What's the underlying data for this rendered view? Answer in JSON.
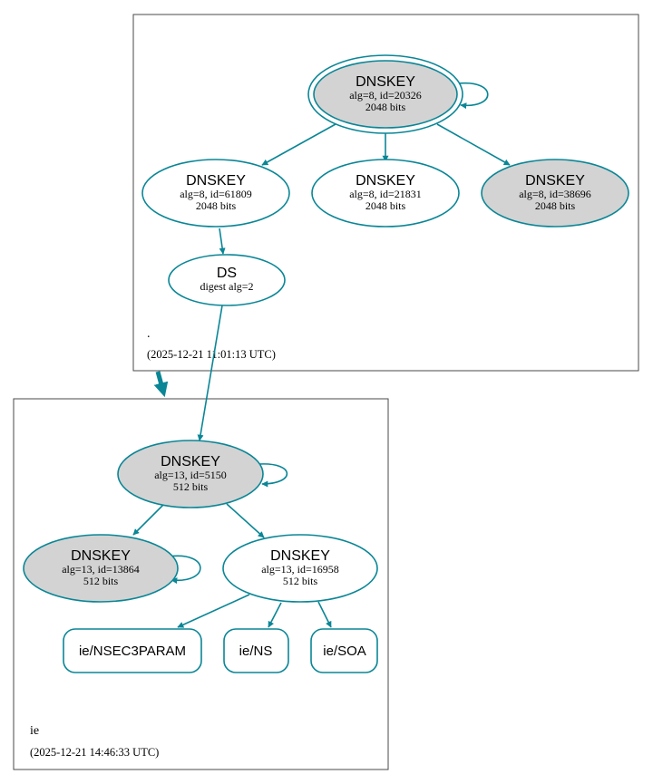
{
  "zones": {
    "root": {
      "name": ".",
      "timestamp": "(2025-12-21 11:01:13 UTC)"
    },
    "ie": {
      "name": "ie",
      "timestamp": "(2025-12-21 14:46:33 UTC)"
    }
  },
  "nodes": {
    "root_ksk": {
      "title": "DNSKEY",
      "line1": "alg=8, id=20326",
      "line2": "2048 bits"
    },
    "root_zsk1": {
      "title": "DNSKEY",
      "line1": "alg=8, id=61809",
      "line2": "2048 bits"
    },
    "root_zsk2": {
      "title": "DNSKEY",
      "line1": "alg=8, id=21831",
      "line2": "2048 bits"
    },
    "root_ksk2": {
      "title": "DNSKEY",
      "line1": "alg=8, id=38696",
      "line2": "2048 bits"
    },
    "ds": {
      "title": "DS",
      "line1": "digest alg=2"
    },
    "ie_ksk": {
      "title": "DNSKEY",
      "line1": "alg=13, id=5150",
      "line2": "512 bits"
    },
    "ie_ksk2": {
      "title": "DNSKEY",
      "line1": "alg=13, id=13864",
      "line2": "512 bits"
    },
    "ie_zsk": {
      "title": "DNSKEY",
      "line1": "alg=13, id=16958",
      "line2": "512 bits"
    }
  },
  "records": {
    "nsec3param": "ie/NSEC3PARAM",
    "ns": "ie/NS",
    "soa": "ie/SOA"
  },
  "colors": {
    "edge": "#0a8696",
    "selfsigned_fill": "#d3d3d3",
    "node_fill": "#ffffff",
    "zone_border": "#4a4a4a"
  }
}
